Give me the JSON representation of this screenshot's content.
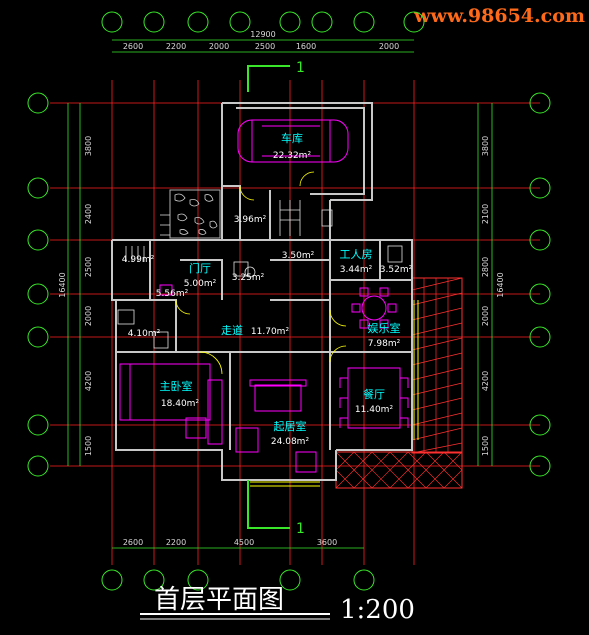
{
  "watermark": "www.98654.com",
  "top_overall": "12900",
  "top_dims": [
    "2600",
    "2200",
    "2000",
    "2500",
    "1600",
    "2000"
  ],
  "bottom_dims": [
    "2600",
    "2200",
    "4500",
    "3600"
  ],
  "left_overall": "16400",
  "left_dims": [
    "3800",
    "2400",
    "2500",
    "2000",
    "4200",
    "1500"
  ],
  "right_overall": "16400",
  "right_dims": [
    "3800",
    "2100",
    "2800",
    "2000",
    "4200",
    "1500"
  ],
  "section_mark": "1",
  "rooms": {
    "garage": {
      "name": "车库",
      "area": "22.32m²"
    },
    "storage": {
      "area": "3.96m²"
    },
    "corridor_up": {
      "area": "3.50m²"
    },
    "toilet_small": {
      "area": "3.25m²"
    },
    "stair_area": {
      "area": "4.99m²"
    },
    "foyer": {
      "name": "门厅",
      "area": "5.00m²"
    },
    "foyer_small": {
      "area": "5.56m²"
    },
    "bath": {
      "area": "4.10m²"
    },
    "hallway": {
      "name": "走道",
      "area": "11.70m²"
    },
    "servant": {
      "name": "工人房",
      "area": "3.44m²"
    },
    "servant_bath": {
      "area": "3.52m²"
    },
    "recreation": {
      "name": "娱乐室",
      "area": "7.98m²"
    },
    "master": {
      "name": "主卧室",
      "area": "18.40m²"
    },
    "living": {
      "name": "起居室",
      "area": "24.08m²"
    },
    "dining": {
      "name": "餐厅",
      "area": "11.40m²"
    }
  },
  "title": "首层平面图",
  "scale": "1:200",
  "colors": {
    "axis": "#ff2020",
    "wall": "#b0b0b0",
    "dim": "#39e62a",
    "furniture": "#ff00ff",
    "hatch": "#ff3030",
    "yellow": "#ffff00"
  }
}
